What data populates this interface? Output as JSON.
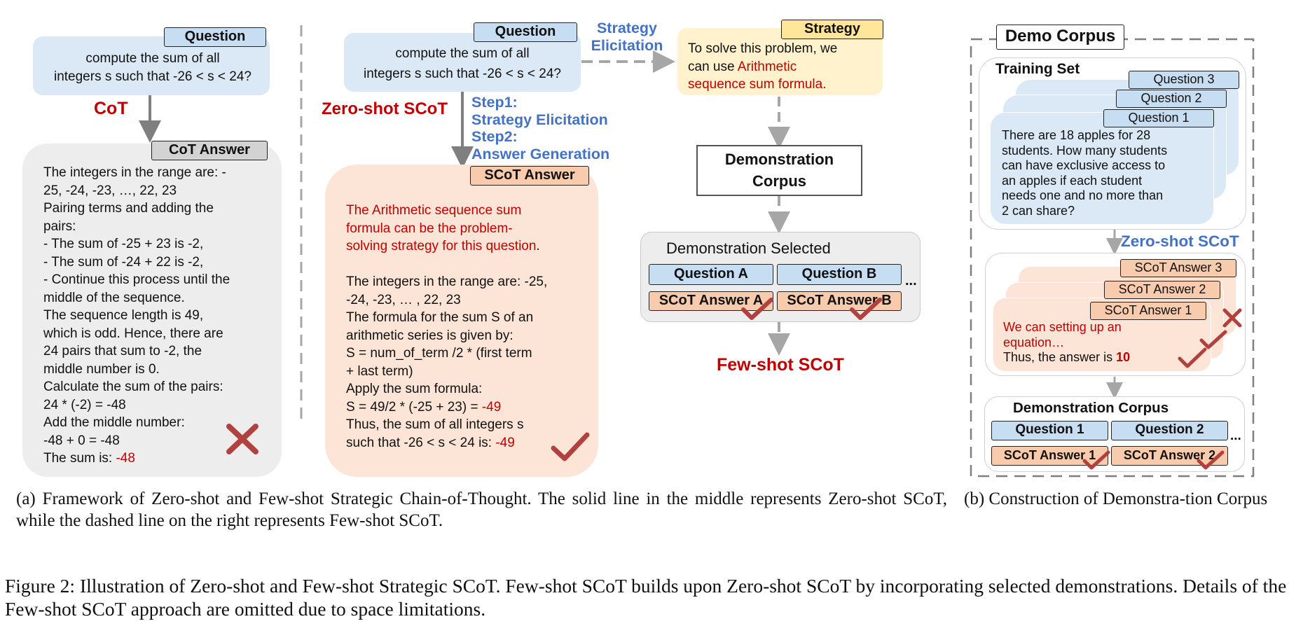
{
  "cot_panel": {
    "question_tag": "Question",
    "question_text": "compute the sum of all\nintegers s such that -26 < s < 24?",
    "cot_label": "CoT",
    "answer_tag": "CoT Answer",
    "answer_text": "The integers in the range are: -\n25, -24, -23, …, 22, 23\nPairing terms and adding the\npairs:\n- The sum of -25 + 23 is -2,\n- The sum of -24 + 22 is -2,\n- Continue this process until the\nmiddle of the sequence.\nThe sequence length is 49,\nwhich is odd. Hence, there are\n24 pairs that sum to -2, the\nmiddle number is 0.\nCalculate the sum of the pairs:\n24 * (-2) = -48\nAdd the middle number:\n-48 + 0 = -48\nThe sum is: ",
    "answer_value": "-48",
    "result_icon": "cross-icon"
  },
  "zero_shot_panel": {
    "question_tag": "Question",
    "question_text": "compute the sum of all\nintegers s such that -26 < s < 24?",
    "zero_shot_label": "Zero-shot SCoT",
    "steps_text": "Step1:\nStrategy Elicitation\nStep2:\nAnswer Generation",
    "answer_tag": "SCoT Answer",
    "strategy_text": "The Arithmetic sequence sum\nformula can be the problem-\nsolving strategy for this question",
    "strategy_period": ".",
    "answer_lines_1": "The integers in the range are: -25,\n-24, -23, … , 22, 23\nThe formula for the sum S of an\narithmetic series is given by:\nS = num_of_term /2 * (first term\n+ last term)\nApply the sum formula:\nS = 49/2 * (-25 + 23) = ",
    "answer_value_1": "-49",
    "answer_lines_2": "Thus, the sum of all integers s\nsuch that -26 < s < 24 is:  ",
    "answer_value_2": "-49",
    "result_icon": "check-icon"
  },
  "few_shot_panel": {
    "strategy_elicitation_label": "Strategy\nElicitation",
    "strategy_tag": "Strategy",
    "strategy_text_plain": "To solve this problem, we\ncan use ",
    "strategy_text_red": "Arithmetic\nsequence sum formula.",
    "demo_corpus_label": "Demonstration\nCorpus",
    "demo_selected_title": "Demonstration Selected",
    "question_a": "Question A",
    "question_b": "Question B",
    "answer_a": "SCoT Answer A",
    "answer_b": "SCoT Answer B",
    "ellipsis": "...",
    "few_shot_label": "Few-shot SCoT"
  },
  "construction_panel": {
    "title": "Demo Corpus",
    "training_set_label": "Training Set",
    "questions": [
      "Question 3",
      "Question 2",
      "Question 1"
    ],
    "training_question_text": "There are 18 apples for 28\nstudents. How many students\ncan have exclusive access to\nan apples if each student\nneeds one and no more than\n2 can share?",
    "zero_shot_label": "Zero-shot SCoT",
    "answers": [
      "SCoT Answer 3",
      "SCoT Answer 2",
      "SCoT Answer 1"
    ],
    "answer_text_red": "We can setting up an\nequation…",
    "answer_text_plain": "Thus, the answer is ",
    "answer_value": "10",
    "demo_corpus_title": "Demonstration Corpus",
    "corpus_questions": [
      "Question 1",
      "Question 2"
    ],
    "corpus_answers": [
      "SCoT Answer 1",
      "SCoT Answer 2"
    ],
    "ellipsis": "..."
  },
  "captions": {
    "sub_a": "(a) Framework of Zero-shot and Few-shot Strategic Chain-of-Thought. The solid line in the middle represents Zero-shot SCoT, while the dashed line on the right represents Few-shot SCoT.",
    "sub_b": "(b) Construction of Demonstra-tion Corpus",
    "figure": "Figure 2: Illustration of Zero-shot and Few-shot Strategic SCoT. Few-shot SCoT builds upon Zero-shot SCoT by incorporating selected demonstrations. Details of the Few-shot SCoT approach are omitted due to space limitations."
  },
  "colors": {
    "question_blue": "#c7ddf2",
    "panel_blue": "#dbe9f6",
    "cot_gray": "#ededed",
    "scot_orange": "#fce4d6",
    "tag_orange": "#f8cbad",
    "strategy_yellow": "#fff2cc",
    "accent_red": "#c00000",
    "accent_blue": "#4472c4",
    "mark_red": "#b0413e"
  }
}
